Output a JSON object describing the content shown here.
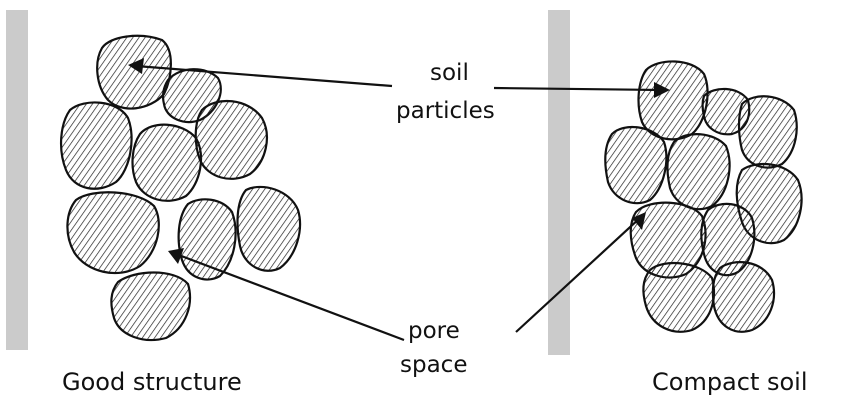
{
  "labels": {
    "soil_particles_line1": "soil",
    "soil_particles_line2": "particles",
    "pore_space_line1": "pore",
    "pore_space_line2": "space",
    "left_caption": "Good structure",
    "right_caption": "Compact soil"
  }
}
